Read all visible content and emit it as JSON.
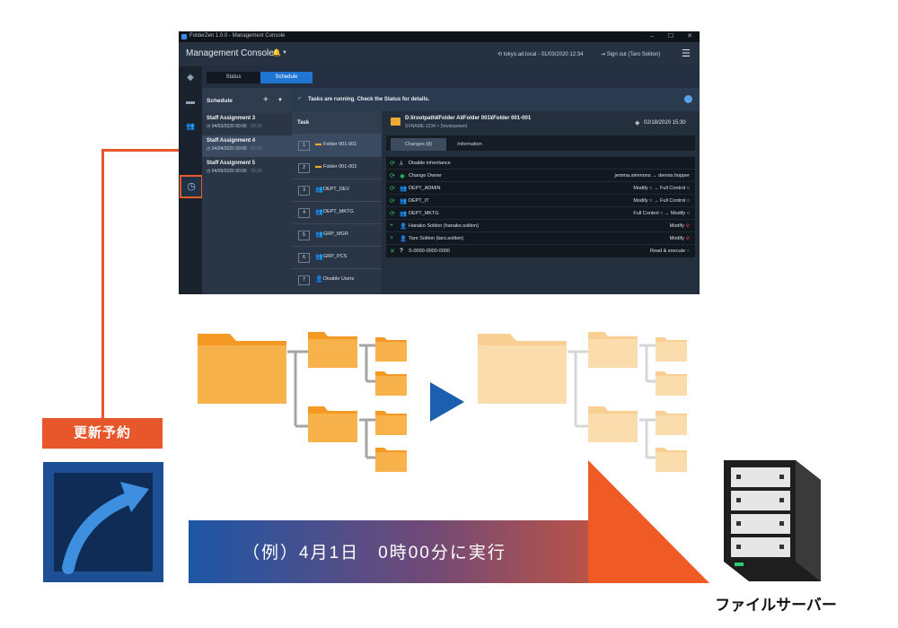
{
  "console": {
    "window_title": "FolderZen 1.0.0 - Management Console",
    "window_controls": [
      "–",
      "☐",
      "✕"
    ],
    "app_title": "Management Console",
    "server_info": "tokyo.ad.local - 01/03/2020 12:34",
    "sign_out": "Sign out (Taro Soliton)",
    "tabs": {
      "status": "Status",
      "schedule": "Schedule"
    },
    "schedule_panel": {
      "title": "Schedule",
      "items": [
        {
          "name": "Staff Assignment 3",
          "date": "04/03/2020 00:00",
          "time_muted": "- 00:30"
        },
        {
          "name": "Staff Assignment 4",
          "date": "04/04/2020 00:00",
          "time_muted": "- 00:30"
        },
        {
          "name": "Staff Assignment 5",
          "date": "04/05/2020 00:00",
          "time_muted": "- 00:30"
        }
      ]
    },
    "banner": "Tasks are running. Check the Status for details.",
    "task_header": "Task",
    "tasks": [
      {
        "num": "1",
        "label": "Folder 001-001"
      },
      {
        "num": "2",
        "label": "Folder 001-002"
      },
      {
        "num": "3",
        "label": "DEPT_DEV"
      },
      {
        "num": "4",
        "label": "DEPT_MKTG"
      },
      {
        "num": "5",
        "label": "GRP_MGR"
      },
      {
        "num": "6",
        "label": "GRP_PCS"
      },
      {
        "num": "7",
        "label": "Disable Users"
      }
    ],
    "detail": {
      "path": "D:¥rootpath¥Folder A¥Folder 001¥Folder 001-001",
      "sub": "SVNAME-1234 > Development",
      "date": "02/18/2020 15:30",
      "tabs": {
        "changes": "Changes (8)",
        "information": "Information"
      }
    },
    "changes": [
      {
        "label": "Disable inheritance",
        "right": ""
      },
      {
        "label": "Change Owner",
        "right": "jemma.simmons → dennis.hopper"
      },
      {
        "label": "DEPT_ADMIN",
        "right": "Modify ○ → Full Control ○"
      },
      {
        "label": "DEPT_IT",
        "right": "Modify ○ → Full Control ○"
      },
      {
        "label": "DEPT_MKTG",
        "right": "Full Control ○ → Modify ○"
      },
      {
        "label": "Hanako Soliton (hanako.soliton)",
        "right": "Modify"
      },
      {
        "label": "Taro Soliton (taro.soliton)",
        "right": "Modify"
      },
      {
        "label": "S-0000-0000-0000",
        "right": "Read & execute"
      }
    ]
  },
  "badge": "更新予約",
  "exec_text": "（例）4月1日　0時00分に実行",
  "server_label": "ファイルサーバー",
  "colors": {
    "accent_orange": "#e8572b",
    "accent_blue": "#1c5fae",
    "folder_orange": "#f4a93b",
    "folder_light": "#fbd9a6"
  }
}
